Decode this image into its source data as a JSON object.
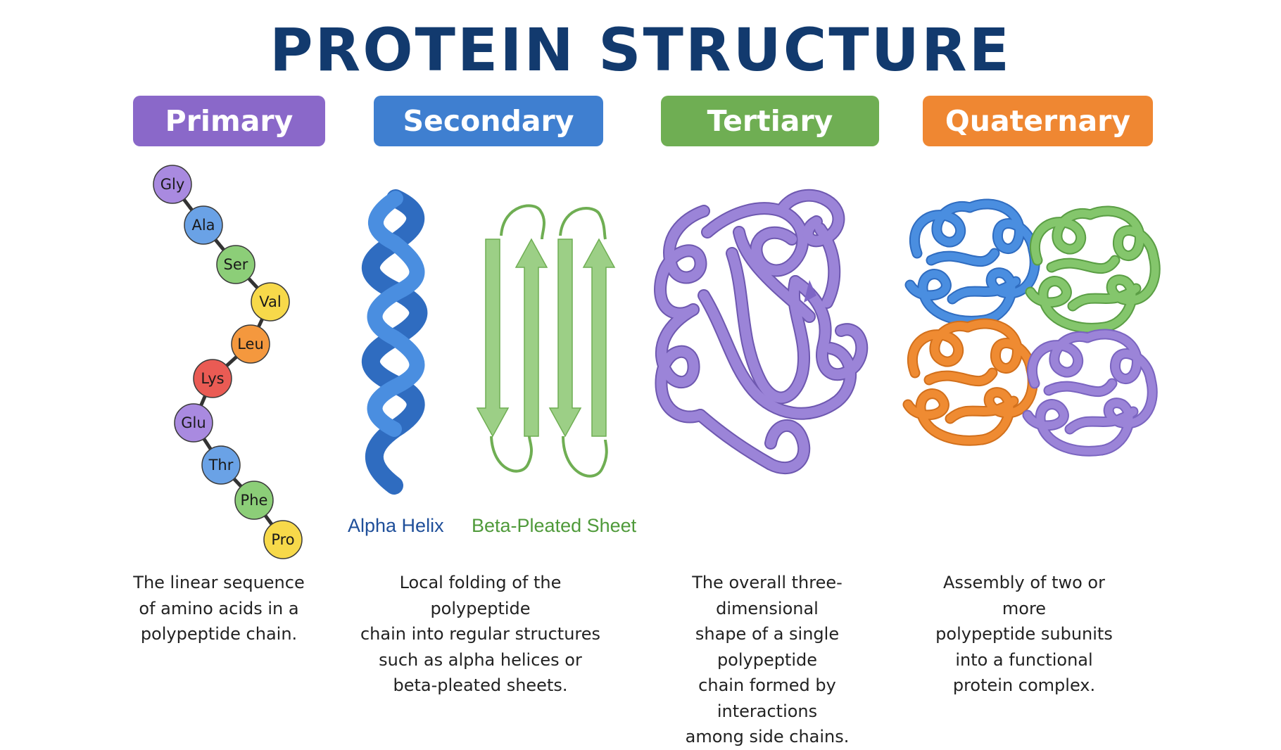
{
  "title": "PROTEIN STRUCTURE",
  "levels": [
    {
      "label": "Primary",
      "color": "#8a68c9",
      "description": "The linear sequence\nof amino acids in a\npolypeptide chain."
    },
    {
      "label": "Secondary",
      "color": "#3f7fd0",
      "description": "Local folding of the polypeptide\nchain into regular structures\nsuch as alpha helices or\nbeta-pleated sheets."
    },
    {
      "label": "Tertiary",
      "color": "#6fae53",
      "description": "The overall three-dimensional\nshape of a single polypeptide\nchain formed by interactions\namong side chains."
    },
    {
      "label": "Quaternary",
      "color": "#ef8732",
      "description": "Assembly of two or more\npolypeptide subunits\ninto a functional\nprotein complex."
    }
  ],
  "amino_acids": [
    {
      "name": "Gly",
      "color": "#a98ae0"
    },
    {
      "name": "Ala",
      "color": "#6aa2e6"
    },
    {
      "name": "Ser",
      "color": "#8cce78"
    },
    {
      "name": "Val",
      "color": "#f7d94a"
    },
    {
      "name": "Leu",
      "color": "#f4983e"
    },
    {
      "name": "Lys",
      "color": "#ea5b54"
    },
    {
      "name": "Glu",
      "color": "#a98ae0"
    },
    {
      "name": "Thr",
      "color": "#6aa2e6"
    },
    {
      "name": "Phe",
      "color": "#8cce78"
    },
    {
      "name": "Pro",
      "color": "#f7d94a"
    }
  ],
  "secondary_labels": {
    "alpha_helix": "Alpha Helix",
    "alpha_color": "#1f4f9a",
    "beta_sheet": "Beta-Pleated Sheet",
    "beta_color": "#4f9a3a"
  },
  "ribbon_colors": {
    "helix": "#4a8ee0",
    "sheet": "#9ccf86",
    "tertiary": "#9b84d8",
    "q_blue": "#4a8ee0",
    "q_green": "#84c66c",
    "q_orange": "#ef8b32",
    "q_purple": "#9b84d8"
  }
}
